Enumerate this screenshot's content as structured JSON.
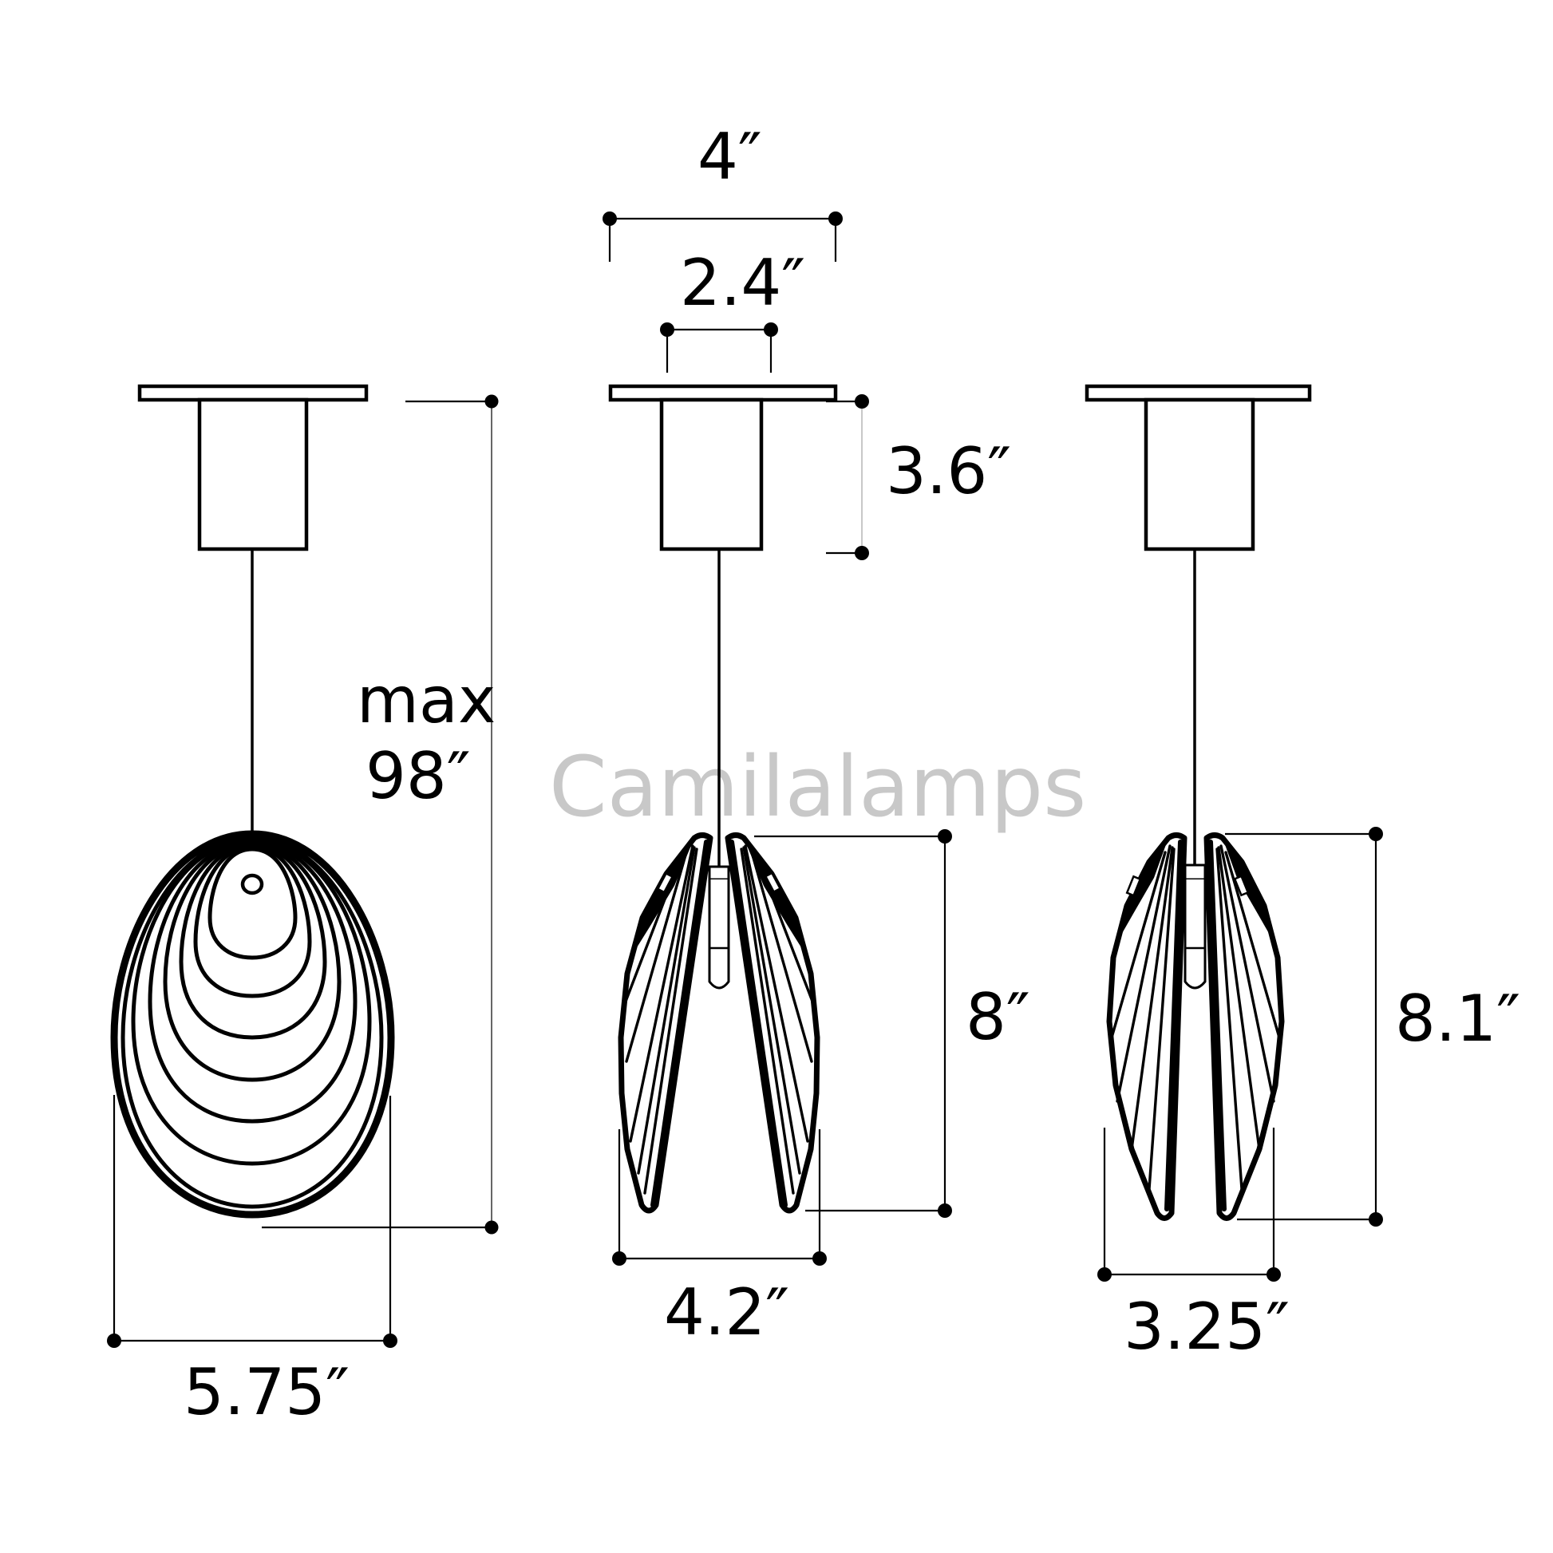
{
  "watermark": "Camilalamps",
  "colors": {
    "line": "#000000",
    "background": "#ffffff",
    "watermark": "#c8c8c8",
    "dimension_gray": "#666666"
  },
  "views": {
    "front": {
      "label": "front-view-egg-shade",
      "height_label_line1": "max",
      "height_label_line2": "98″",
      "width_label": "5.75″"
    },
    "side": {
      "label": "side-view-open-wings",
      "canopy_width_label": "4″",
      "cup_width_label": "2.4″",
      "canopy_height_label": "3.6″",
      "shade_height_label": "8″",
      "shade_width_label": "4.2″"
    },
    "side_closed": {
      "label": "side-view-closed-wings",
      "shade_height_label": "8.1″",
      "shade_width_label": "3.25″"
    }
  }
}
